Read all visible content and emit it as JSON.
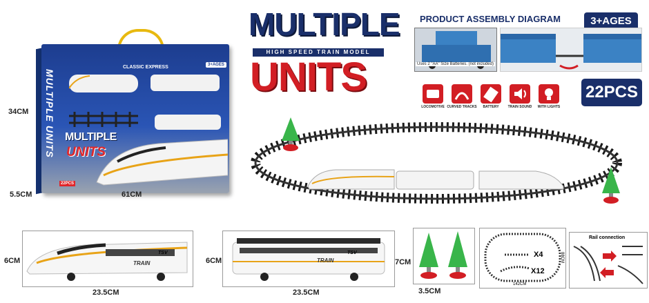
{
  "dimensions": {
    "box_height": "34CM",
    "box_depth": "5.5CM",
    "box_width": "61CM",
    "loco_height": "6CM",
    "loco_length": "23.5CM",
    "car_height": "6CM",
    "car_length": "23.5CM",
    "tree_height": "7CM",
    "tree_width": "3.5CM",
    "layout_width": "142CM",
    "layout_height": "88CM"
  },
  "box": {
    "multiple": "MULTIPLE",
    "units": "UNITS",
    "vertical": "MULTIPLE UNITS",
    "classic": "CLASSIC EXPRESS",
    "ages": "3+AGES",
    "pcs": "22PCS"
  },
  "title": {
    "line1": "MULTIPLE",
    "tagline": "HIGH SPEED TRAIN MODEL",
    "line2": "UNITS"
  },
  "assembly": {
    "title": "PRODUCT ASSEMBLY DIAGRAM",
    "note": "Uses 2 \"AA\" Size Batteries. (not included)"
  },
  "badges": {
    "ages": "3+AGES",
    "pcs": "22PCS"
  },
  "features": [
    {
      "label": "LOCOMOTIVE",
      "icon": "locomotive-icon"
    },
    {
      "label": "CURVED TRACKS",
      "icon": "curved-track-icon"
    },
    {
      "label": "BATTERY",
      "icon": "battery-icon"
    },
    {
      "label": "TRAIN SOUND",
      "icon": "sound-icon"
    },
    {
      "label": "WITH LIGHTS",
      "icon": "light-icon"
    }
  ],
  "track_counts": {
    "straight": "X4",
    "curved": "X12"
  },
  "rail_connection": "Rail connection",
  "train_text": {
    "tsv": "TSV",
    "train": "TRAIN"
  },
  "colors": {
    "navy": "#1a2f6a",
    "red": "#d21e24",
    "gold": "#e8a317"
  }
}
